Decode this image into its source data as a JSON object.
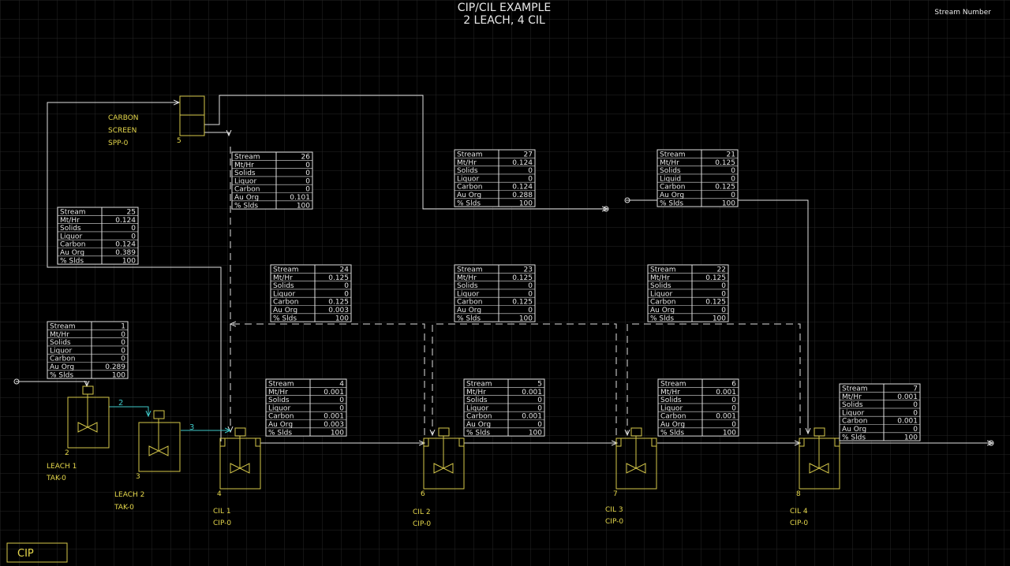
{
  "header": {
    "title_line1": "CIP/CIL EXAMPLE",
    "title_line2": "2 LEACH, 4 CIL",
    "legend_label": "Stream Number"
  },
  "mode_box": {
    "label": "CIP"
  },
  "colors": {
    "background": "#000000",
    "grid": "#2a2a2a",
    "stream_line": "#e0e0e0",
    "unit_outline": "#d6c84a",
    "unit_text": "#e6d84c",
    "highlight_stream": "#3fc9c9",
    "table_text": "#e8e8e8"
  },
  "table_row_labels": [
    "Stream",
    "Mt/Hr",
    "Solids",
    "Liquor",
    "Carbon",
    "Au Org",
    "% Slds"
  ],
  "stream_tables": [
    {
      "id": "t26",
      "values": [
        "26",
        "0",
        "0",
        "0",
        "0",
        "0.101",
        "100"
      ]
    },
    {
      "id": "t27",
      "values": [
        "27",
        "0.124",
        "0",
        "0",
        "0.124",
        "0.288",
        "100"
      ]
    },
    {
      "id": "t21",
      "labels": [
        "Stream",
        "Mt/Hr",
        "Solids",
        "Liquid",
        "Carbon",
        "Au Org",
        "% Slds"
      ],
      "values": [
        "21",
        "0.125",
        "0",
        "0",
        "0.125",
        "0",
        "100"
      ]
    },
    {
      "id": "t25",
      "values": [
        "25",
        "0.124",
        "0",
        "0",
        "0.124",
        "0.389",
        "100"
      ]
    },
    {
      "id": "t24",
      "values": [
        "24",
        "0.125",
        "0",
        "0",
        "0.125",
        "0.003",
        "100"
      ]
    },
    {
      "id": "t23",
      "values": [
        "23",
        "0.125",
        "0",
        "0",
        "0.125",
        "0",
        "100"
      ]
    },
    {
      "id": "t22",
      "values": [
        "22",
        "0.125",
        "0",
        "0",
        "0.125",
        "0",
        "100"
      ]
    },
    {
      "id": "t1",
      "values": [
        "1",
        "0",
        "0",
        "0",
        "0",
        "0.289",
        "100"
      ]
    },
    {
      "id": "t4",
      "values": [
        "4",
        "0.001",
        "0",
        "0",
        "0.001",
        "0.003",
        "100"
      ]
    },
    {
      "id": "t5",
      "values": [
        "5",
        "0.001",
        "0",
        "0",
        "0.001",
        "0",
        "100"
      ]
    },
    {
      "id": "t6",
      "values": [
        "6",
        "0.001",
        "0",
        "0",
        "0.001",
        "0",
        "100"
      ]
    },
    {
      "id": "t7",
      "values": [
        "7",
        "0.001",
        "0",
        "0",
        "0.001",
        "0",
        "100"
      ]
    }
  ],
  "units": [
    {
      "id": "screen",
      "number": "5",
      "name": "CARBON",
      "name2": "SCREEN",
      "type": "SPP-0"
    },
    {
      "id": "leach1",
      "number": "2",
      "name": "LEACH 1",
      "type": "TAK-0"
    },
    {
      "id": "leach2",
      "number": "3",
      "name": "LEACH 2",
      "type": "TAK-0"
    },
    {
      "id": "cil1",
      "number": "4",
      "name": "CIL 1",
      "type": "CIP-0"
    },
    {
      "id": "cil2",
      "number": "6",
      "name": "CIL 2",
      "type": "CIP-0"
    },
    {
      "id": "cil3",
      "number": "7",
      "name": "CIL 3",
      "type": "CIP-0"
    },
    {
      "id": "cil4",
      "number": "8",
      "name": "CIL 4",
      "type": "CIP-0"
    }
  ],
  "stream_numbers": [
    {
      "id": "s2",
      "label": "2"
    },
    {
      "id": "s3",
      "label": "3"
    }
  ]
}
